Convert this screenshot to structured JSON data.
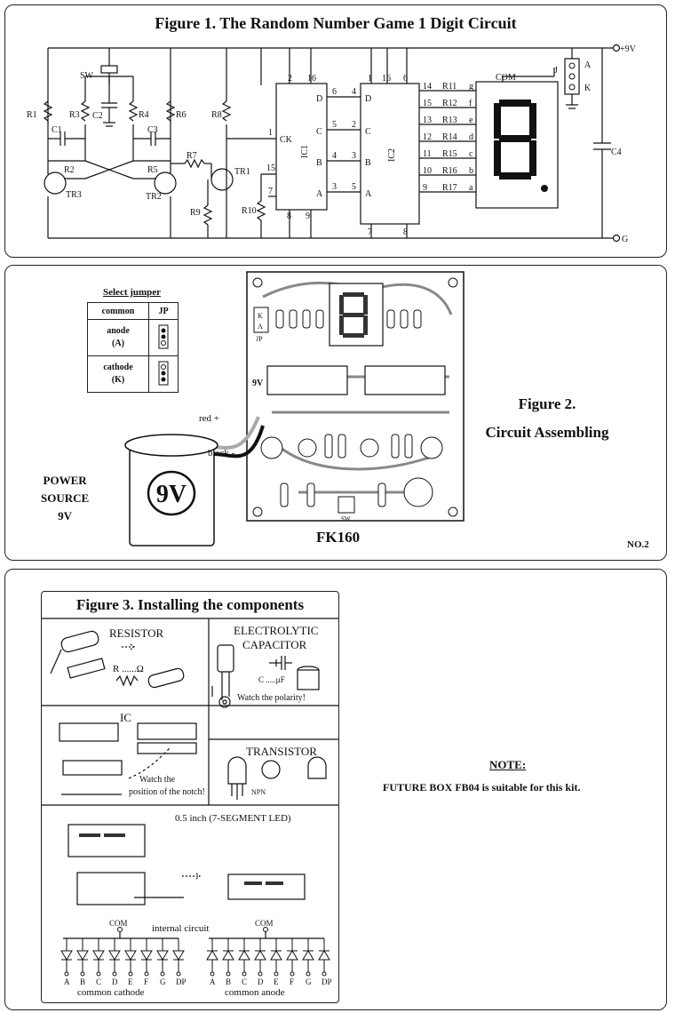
{
  "fig1": {
    "title": "Figure 1. The Random Number Game 1 Digit Circuit",
    "power_pos": "+9V",
    "ground": "G",
    "labels": [
      "SW",
      "R1",
      "R2",
      "R3",
      "R4",
      "R5",
      "R6",
      "R7",
      "R8",
      "R9",
      "R10",
      "C1",
      "C2",
      "C3",
      "C4",
      "TR1",
      "TR2",
      "TR3",
      "IC1",
      "IC2",
      "CK",
      "J",
      "COM",
      "A",
      "K"
    ],
    "pins_ic1": [
      "2",
      "16",
      "6",
      "5",
      "3",
      "1",
      "15",
      "7",
      "8",
      "9"
    ],
    "pins_ic2": [
      "1",
      "16",
      "6",
      "4",
      "2",
      "3",
      "5",
      "7",
      "8"
    ],
    "seg_outputs": [
      {
        "pin": "14",
        "r": "R11",
        "seg": "g"
      },
      {
        "pin": "15",
        "r": "R12",
        "seg": "f"
      },
      {
        "pin": "13",
        "r": "R13",
        "seg": "e"
      },
      {
        "pin": "12",
        "r": "R14",
        "seg": "d"
      },
      {
        "pin": "11",
        "r": "R15",
        "seg": "c"
      },
      {
        "pin": "10",
        "r": "R16",
        "seg": "b"
      },
      {
        "pin": "9",
        "r": "R17",
        "seg": "a"
      }
    ]
  },
  "fig2": {
    "title_line1": "Figure 2.",
    "title_line2": "Circuit Assembling",
    "jumper_title": "Select jumper",
    "jumper_header": [
      "common",
      "JP"
    ],
    "jumper_rows": [
      {
        "name": "anode",
        "code": "(A)"
      },
      {
        "name": "cathode",
        "code": "(K)"
      }
    ],
    "board_name": "FK160",
    "power_label_1": "POWER",
    "power_label_2": "SOURCE",
    "power_label_3": "9V",
    "battery_text": "9V",
    "wire_red": "red +",
    "wire_black": "black -",
    "board_9v": "9V",
    "board_jp": "JP",
    "board_sw": "SW",
    "page_no": "NO.2"
  },
  "fig3": {
    "title": "Figure 3. Installing the components",
    "resistor": "RESISTOR",
    "resistor_symbol": "R ......Ω",
    "electrolytic_1": "ELECTROLYTIC",
    "electrolytic_2": "CAPACITOR",
    "cap_symbol": "C .....µF",
    "polarity": "Watch the polarity!",
    "ic": "IC",
    "notch_1": "Watch the",
    "notch_2": "position of the notch!",
    "transistor": "TRANSISTOR",
    "npn": "NPN",
    "led_title": "0.5 inch (7-SEGMENT LED)",
    "internal": "internal circuit",
    "com": "COM",
    "seg_letters": [
      "A",
      "B",
      "C",
      "D",
      "E",
      "F",
      "G",
      "DP"
    ],
    "common_cathode": "common cathode",
    "common_anode": "common anode"
  },
  "note": {
    "heading": "NOTE:",
    "text": "FUTURE BOX FB04 is suitable for this kit."
  }
}
